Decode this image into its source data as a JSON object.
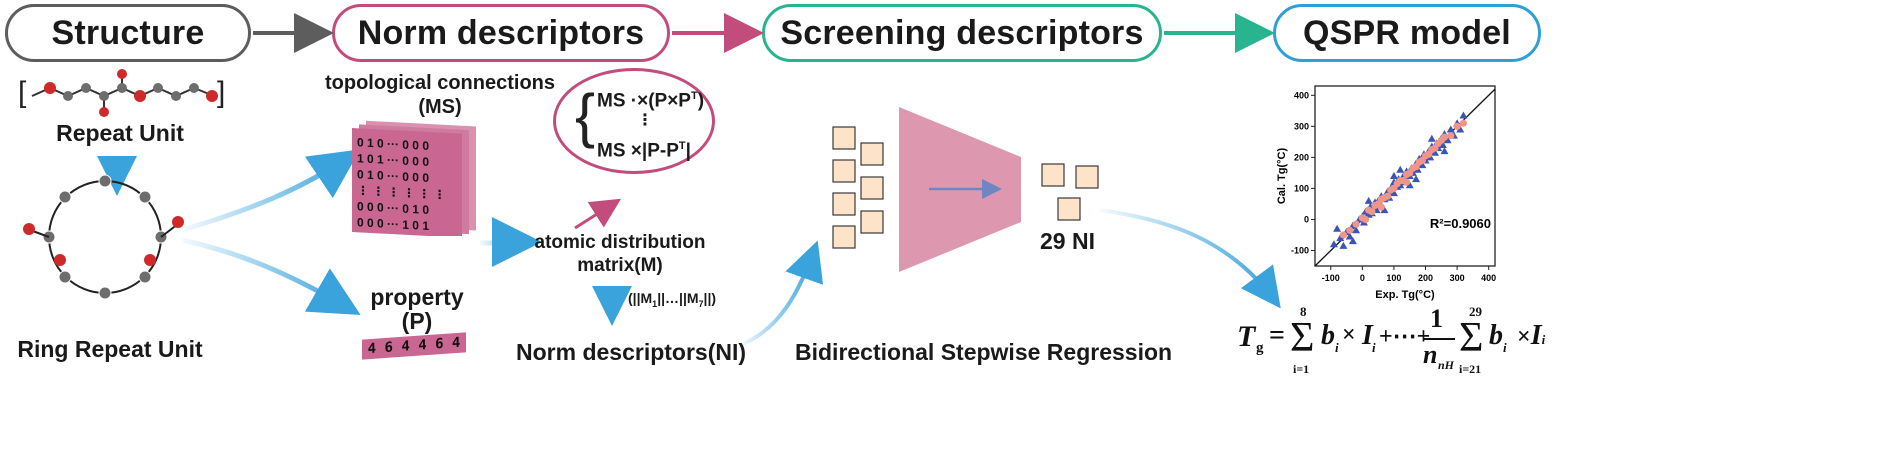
{
  "stages": {
    "structure": "Structure",
    "norm": "Norm descriptors",
    "screening": "Screening descriptors",
    "qspr": "QSPR model"
  },
  "colors": {
    "structure": "#5d5d5d",
    "norm": "#c24d7c",
    "screening": "#27b48e",
    "qspr": "#2f9fd8",
    "flow_arrow": "#3aa3dc",
    "matrix": "#c96692",
    "square_fill": "#fde3c8",
    "funnel": "#dd98b0",
    "scatter_blue": "#3a55b4",
    "scatter_salmon": "#f0958a"
  },
  "structure": {
    "repeat_unit": "Repeat Unit",
    "ring_repeat_unit": "Ring Repeat Unit"
  },
  "norm": {
    "ms_title_line1": "topological connections",
    "ms_title_line2": "(MS)",
    "property_line1": "property",
    "property_line2": "(P)",
    "property_values": "4 6 4 4 6 4",
    "formula_line1": "MS ·×(P×P",
    "formula_sup": "T",
    "formula_close": ")",
    "formula_dots": "⋮",
    "formula_line2": "MS ×|P-P",
    "formula_close2": "|",
    "adm_line1": "atomic distribution",
    "adm_line2": "matrix(M)",
    "norm_op": "(||M",
    "norm_op_mid": "||…||M",
    "norm_op_end": "||)",
    "sub1": "1",
    "sub7": "7",
    "norm_descriptors": "Norm descriptors(NI)"
  },
  "screening": {
    "count_label": "29 NI",
    "method": "Bidirectional Stepwise Regression"
  },
  "qspr": {
    "equation_tg": "T",
    "equation_sub_g": "g",
    "sum1_top": "8",
    "sum1_bottom": "i=1",
    "term1": "b",
    "term_i": "i",
    "times": "×",
    "I": "I",
    "ellipsis": "+⋯+",
    "frac_num": "1",
    "frac_den": "n",
    "frac_den_sub": "nH",
    "sum2_top": "29",
    "sum2_bottom": "i=21",
    "equals": "="
  },
  "chart_data": {
    "type": "scatter",
    "xlabel": "Exp. Tg(°C)",
    "ylabel": "Cal. Tg(°C)",
    "annotation": "R²=0.9060",
    "xlim": [
      -150,
      420
    ],
    "ylim": [
      -150,
      430
    ],
    "xticks": [
      -100,
      0,
      100,
      200,
      300,
      400
    ],
    "yticks": [
      -100,
      0,
      100,
      200,
      300,
      400
    ],
    "diagonal": true,
    "series": [
      {
        "marker": "triangle",
        "color": "#3a55b4",
        "points": [
          [
            -90,
            -80
          ],
          [
            -70,
            -60
          ],
          [
            -60,
            -85
          ],
          [
            -50,
            -40
          ],
          [
            -40,
            -55
          ],
          [
            -30,
            -20
          ],
          [
            -20,
            -35
          ],
          [
            -10,
            0
          ],
          [
            0,
            10
          ],
          [
            5,
            -10
          ],
          [
            10,
            25
          ],
          [
            20,
            15
          ],
          [
            25,
            40
          ],
          [
            30,
            20
          ],
          [
            40,
            55
          ],
          [
            45,
            30
          ],
          [
            50,
            60
          ],
          [
            60,
            45
          ],
          [
            60,
            75
          ],
          [
            70,
            65
          ],
          [
            80,
            90
          ],
          [
            85,
            70
          ],
          [
            90,
            100
          ],
          [
            100,
            85
          ],
          [
            100,
            120
          ],
          [
            110,
            105
          ],
          [
            115,
            130
          ],
          [
            120,
            110
          ],
          [
            130,
            140
          ],
          [
            135,
            120
          ],
          [
            140,
            155
          ],
          [
            150,
            140
          ],
          [
            155,
            165
          ],
          [
            160,
            150
          ],
          [
            170,
            180
          ],
          [
            175,
            160
          ],
          [
            180,
            195
          ],
          [
            190,
            175
          ],
          [
            195,
            210
          ],
          [
            200,
            190
          ],
          [
            210,
            220
          ],
          [
            215,
            200
          ],
          [
            220,
            235
          ],
          [
            230,
            215
          ],
          [
            235,
            245
          ],
          [
            240,
            230
          ],
          [
            250,
            260
          ],
          [
            255,
            240
          ],
          [
            260,
            275
          ],
          [
            270,
            255
          ],
          [
            280,
            290
          ],
          [
            290,
            270
          ],
          [
            300,
            310
          ],
          [
            310,
            290
          ],
          [
            320,
            335
          ],
          [
            -80,
            -30
          ],
          [
            -30,
            -70
          ],
          [
            20,
            60
          ],
          [
            70,
            30
          ],
          [
            120,
            160
          ],
          [
            170,
            130
          ],
          [
            220,
            260
          ],
          [
            260,
            220
          ],
          [
            150,
            110
          ],
          [
            100,
            140
          ]
        ]
      },
      {
        "marker": "circle",
        "color": "#f0958a",
        "points": [
          [
            -60,
            -50
          ],
          [
            -40,
            -35
          ],
          [
            -20,
            -15
          ],
          [
            0,
            5
          ],
          [
            10,
            0
          ],
          [
            20,
            30
          ],
          [
            30,
            25
          ],
          [
            40,
            45
          ],
          [
            50,
            50
          ],
          [
            60,
            65
          ],
          [
            70,
            70
          ],
          [
            80,
            75
          ],
          [
            90,
            95
          ],
          [
            100,
            100
          ],
          [
            110,
            115
          ],
          [
            120,
            125
          ],
          [
            130,
            125
          ],
          [
            140,
            145
          ],
          [
            150,
            150
          ],
          [
            160,
            165
          ],
          [
            170,
            170
          ],
          [
            180,
            185
          ],
          [
            190,
            190
          ],
          [
            200,
            205
          ],
          [
            210,
            210
          ],
          [
            220,
            225
          ],
          [
            230,
            230
          ],
          [
            240,
            245
          ],
          [
            250,
            255
          ],
          [
            260,
            265
          ],
          [
            280,
            270
          ],
          [
            300,
            300
          ],
          [
            320,
            310
          ],
          [
            60,
            40
          ],
          [
            140,
            120
          ]
        ]
      }
    ]
  }
}
